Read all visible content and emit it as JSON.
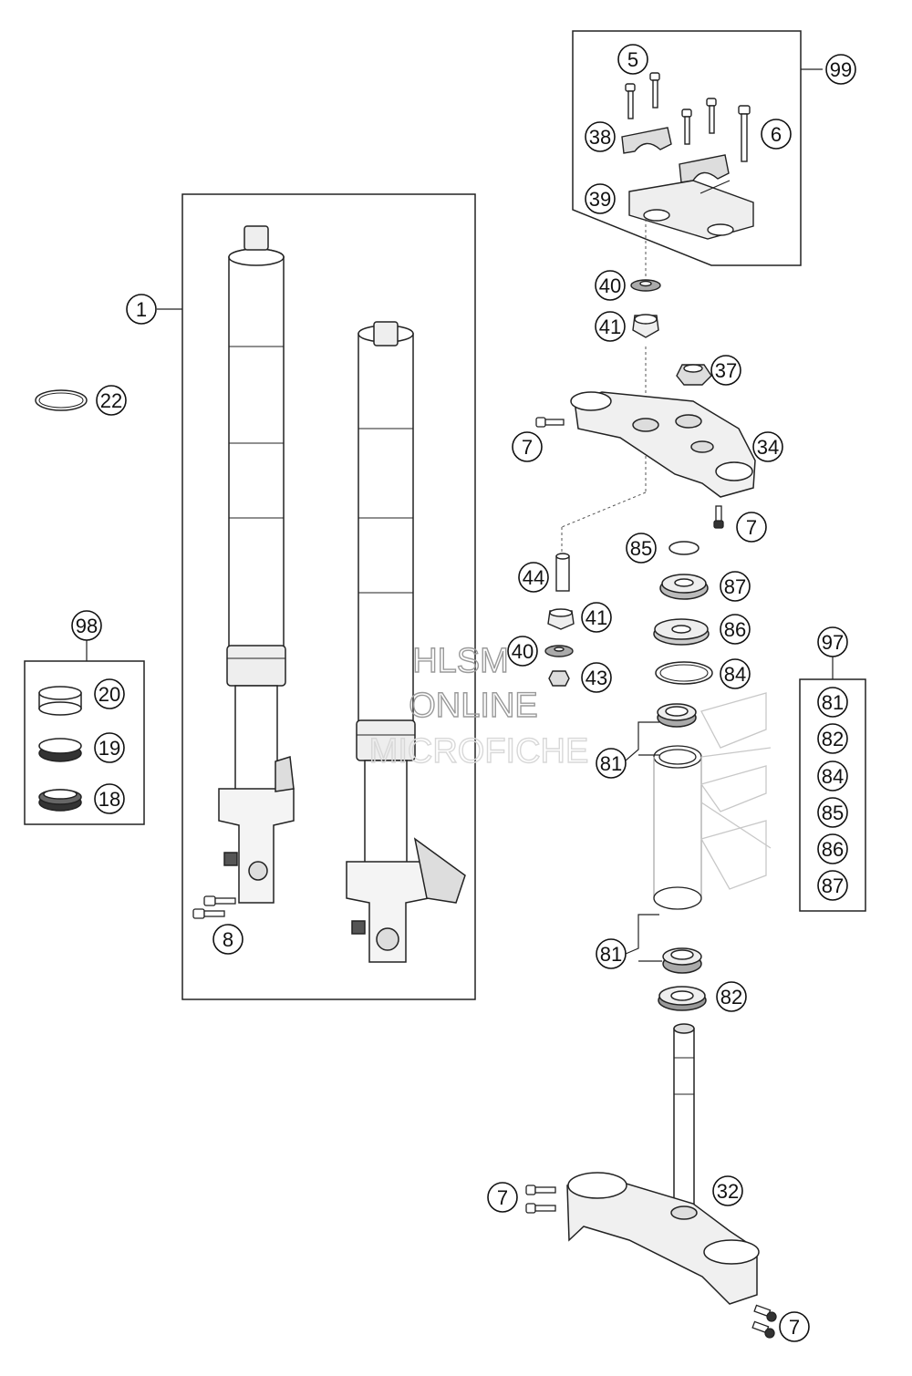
{
  "watermark": {
    "line1": "HLSM",
    "line2": "ONLINE",
    "line3": "MICROFICHE"
  },
  "callouts": {
    "c1": "1",
    "c5": "5",
    "c6": "6",
    "c7a": "7",
    "c7b": "7",
    "c7c": "7",
    "c7d": "7",
    "c8": "8",
    "c18": "18",
    "c19": "19",
    "c20": "20",
    "c22": "22",
    "c32": "32",
    "c34": "34",
    "c37": "37",
    "c38": "38",
    "c39": "39",
    "c40a": "40",
    "c40b": "40",
    "c41a": "41",
    "c41b": "41",
    "c43": "43",
    "c44": "44",
    "c81a": "81",
    "c81b": "81",
    "c82": "82",
    "c84": "84",
    "c85": "85",
    "c86": "86",
    "c87": "87",
    "c97": "97",
    "c98": "98",
    "c99": "99",
    "k97_81": "81",
    "k97_82": "82",
    "k97_84": "84",
    "k97_85": "85",
    "k97_86": "86",
    "k97_87": "87"
  },
  "colors": {
    "line": "#222222",
    "part_fill": "#ffffff",
    "shade": "#bdbdbd",
    "dark": "#555555"
  }
}
